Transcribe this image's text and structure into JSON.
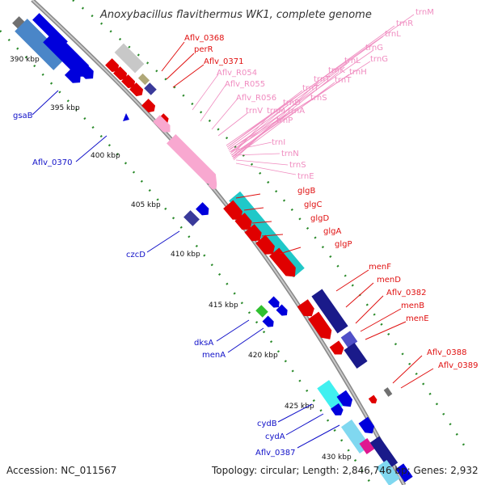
{
  "title": "Anoxybacillus flavithermus WK1, complete genome",
  "footer": {
    "accession": "Accession: NC_011567",
    "topology": "Topology: circular; Length: 2,846,746 bp; Genes: 2,932"
  },
  "ticks": [
    {
      "label": "390 kbp"
    },
    {
      "label": "395 kbp"
    },
    {
      "label": "400 kbp"
    },
    {
      "label": "405 kbp"
    },
    {
      "label": "410 kbp"
    },
    {
      "label": "415 kbp"
    },
    {
      "label": "420 kbp"
    },
    {
      "label": "425 kbp"
    },
    {
      "label": "430 kbp"
    }
  ],
  "labels_red": [
    {
      "text": "Aflv_0368"
    },
    {
      "text": "perR"
    },
    {
      "text": "Aflv_0371"
    },
    {
      "text": "glgB"
    },
    {
      "text": "glgC"
    },
    {
      "text": "glgD"
    },
    {
      "text": "glgA"
    },
    {
      "text": "glgP"
    },
    {
      "text": "menF"
    },
    {
      "text": "menD"
    },
    {
      "text": "Aflv_0382"
    },
    {
      "text": "menB"
    },
    {
      "text": "menE"
    },
    {
      "text": "Aflv_0388"
    },
    {
      "text": "Aflv_0389"
    }
  ],
  "labels_pink": [
    {
      "text": "trnM"
    },
    {
      "text": "trnR"
    },
    {
      "text": "trnL"
    },
    {
      "text": "trnG"
    },
    {
      "text": "trnG"
    },
    {
      "text": "trnL"
    },
    {
      "text": "trnH"
    },
    {
      "text": "trnK"
    },
    {
      "text": "trnT"
    },
    {
      "text": "trnT"
    },
    {
      "text": "trnT"
    },
    {
      "text": "trnS"
    },
    {
      "text": "trnD"
    },
    {
      "text": "trnM"
    },
    {
      "text": "trnA"
    },
    {
      "text": "trnP"
    },
    {
      "text": "trnV"
    },
    {
      "text": "trnI"
    },
    {
      "text": "trnN"
    },
    {
      "text": "trnS"
    },
    {
      "text": "trnE"
    },
    {
      "text": "Aflv_R054"
    },
    {
      "text": "Aflv_R055"
    },
    {
      "text": "Aflv_R056"
    }
  ],
  "labels_blue": [
    {
      "text": "gsaB"
    },
    {
      "text": "Aflv_0370"
    },
    {
      "text": "czcD"
    },
    {
      "text": "dksA"
    },
    {
      "text": "menA"
    },
    {
      "text": "cydB"
    },
    {
      "text": "cydA"
    },
    {
      "text": "Aflv_0387"
    }
  ]
}
